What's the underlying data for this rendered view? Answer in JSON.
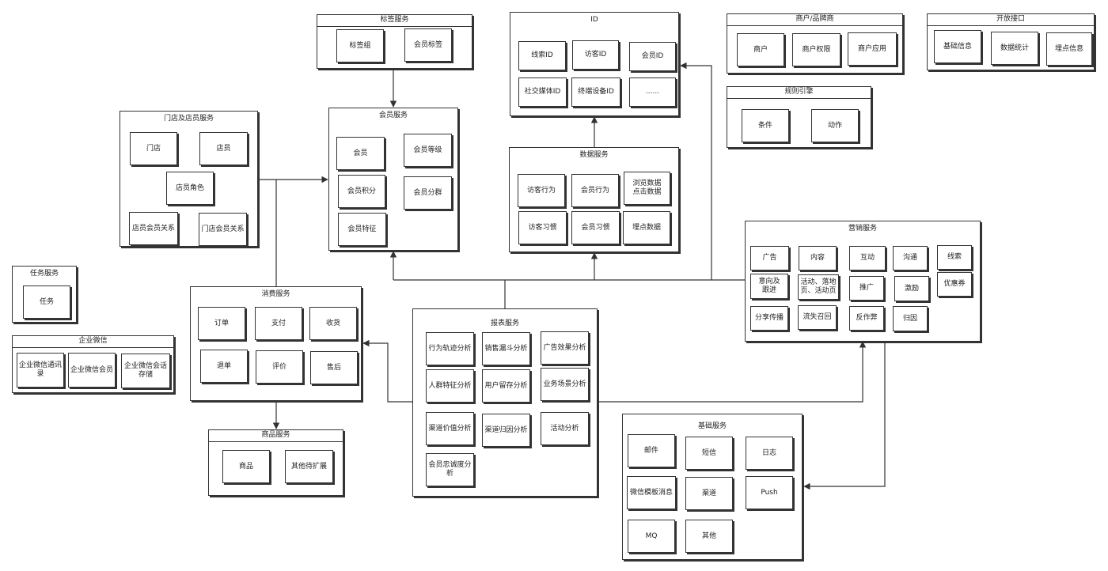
{
  "groups": {
    "tag": {
      "title": "标签服务",
      "items": [
        "标签组",
        "会员标签"
      ]
    },
    "id": {
      "title": "ID",
      "items": [
        "线索ID",
        "访客ID",
        "会员ID",
        "社交媒体ID",
        "终端设备ID",
        "......"
      ]
    },
    "merchant": {
      "title": "商户/品牌商",
      "items": [
        "商户",
        "商户权限",
        "商户应用"
      ]
    },
    "openapi": {
      "title": "开放接口",
      "items": [
        "基础信息",
        "数据统计",
        "埋点信息"
      ]
    },
    "rule": {
      "title": "规则引擎",
      "items": [
        "条件",
        "动作"
      ]
    },
    "store": {
      "title": "门店及店员服务",
      "items": [
        "门店",
        "店员",
        "店员角色",
        "店员会员关系",
        "门店会员关系"
      ]
    },
    "member": {
      "title": "会员服务",
      "items": [
        "会员",
        "会员等级",
        "会员积分",
        "会员分群",
        "会员特征"
      ]
    },
    "data": {
      "title": "数据服务",
      "items": [
        "访客行为",
        "会员行为",
        "浏览数据\n点击数据",
        "访客习惯",
        "会员习惯",
        "埋点数据"
      ]
    },
    "marketing": {
      "title": "营销服务",
      "items": [
        "广告",
        "内容",
        "互动",
        "沟通",
        "线索",
        "意向及\n跟进",
        "活动、落地\n页、活动页",
        "推广",
        "激励",
        "优惠券",
        "分享传播",
        "流失召回",
        "反作弊",
        "归因"
      ]
    },
    "task": {
      "title": "任务服务",
      "items": [
        "任务"
      ]
    },
    "wecom": {
      "title": "企业微信",
      "items": [
        "企业微信通讯\n录",
        "企业微信会员",
        "企业微信会话\n存储"
      ]
    },
    "consume": {
      "title": "消费服务",
      "items": [
        "订单",
        "支付",
        "收货",
        "退单",
        "评价",
        "售后"
      ]
    },
    "report": {
      "title": "报表服务",
      "items": [
        "行为轨迹分析",
        "销售漏斗分析",
        "广告效果分析",
        "人群特征分析",
        "用户留存分析",
        "业务场景分析",
        "渠道价值分析",
        "渠道归因分析",
        "活动分析",
        "会员忠诚度分\n析"
      ]
    },
    "goods": {
      "title": "商品服务",
      "items": [
        "商品",
        "其他待扩展"
      ]
    },
    "base": {
      "title": "基础服务",
      "items": [
        "邮件",
        "短信",
        "日志",
        "微信模板消息",
        "渠道",
        "Push",
        "MQ",
        "其他"
      ]
    }
  },
  "icons": {
    "arrowhead": "arrow-head-icon"
  }
}
